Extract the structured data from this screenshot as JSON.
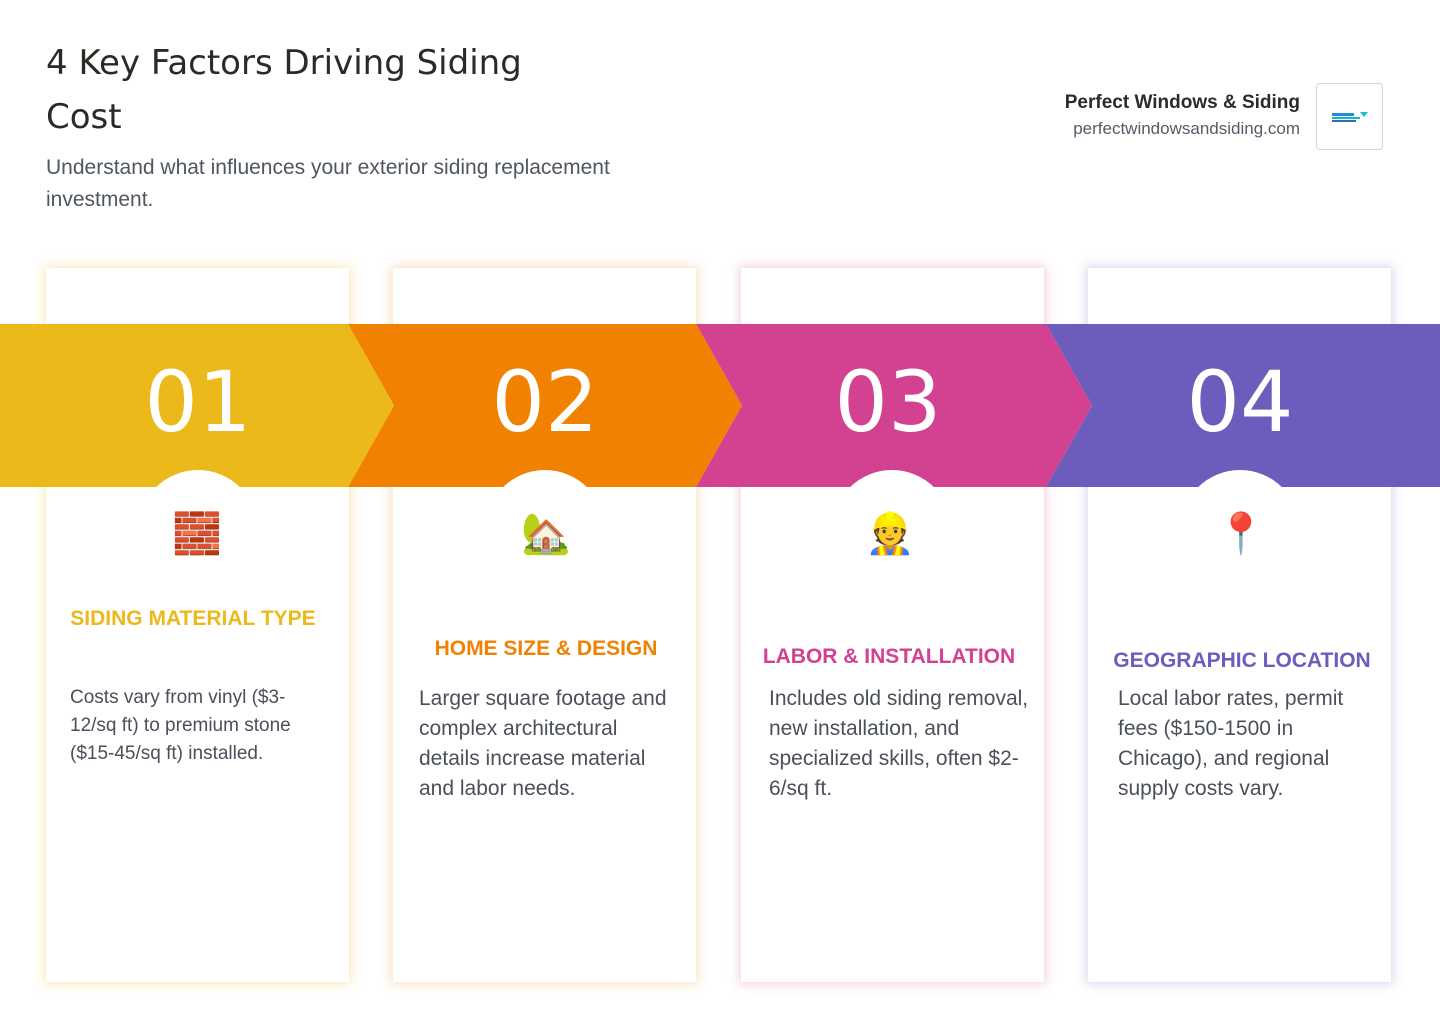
{
  "header": {
    "title": "4 Key Factors Driving Siding Cost",
    "subtitle": "Understand what influences your exterior siding replacement investment."
  },
  "brand": {
    "name": "Perfect Windows & Siding",
    "url": "perfectwindowsandsiding.com"
  },
  "colors": {
    "step1": "#ECB91A",
    "step2": "#F18100",
    "step3": "#D24291",
    "step4": "#6C5DBC"
  },
  "factors": [
    {
      "number": "01",
      "icon": "brick-icon",
      "glyph": "🧱",
      "title": "Siding Material Type",
      "description": "Costs vary from vinyl ($3-12/sq ft) to premium stone ($15-45/sq ft) installed."
    },
    {
      "number": "02",
      "icon": "house-with-garden-icon",
      "glyph": "🏡",
      "title": "Home Size & Design",
      "description": "Larger square footage and complex architectural details increase material and labor needs."
    },
    {
      "number": "03",
      "icon": "construction-worker-icon",
      "glyph": "👷",
      "title": "Labor & Installation",
      "description": "Includes old siding removal, new installation, and specialized skills, often $2-6/sq ft."
    },
    {
      "number": "04",
      "icon": "map-pin-icon",
      "glyph": "📍",
      "title": "Geographic Location",
      "description": "Local labor rates, permit fees ($150-1500 in Chicago), and regional supply costs vary."
    }
  ]
}
